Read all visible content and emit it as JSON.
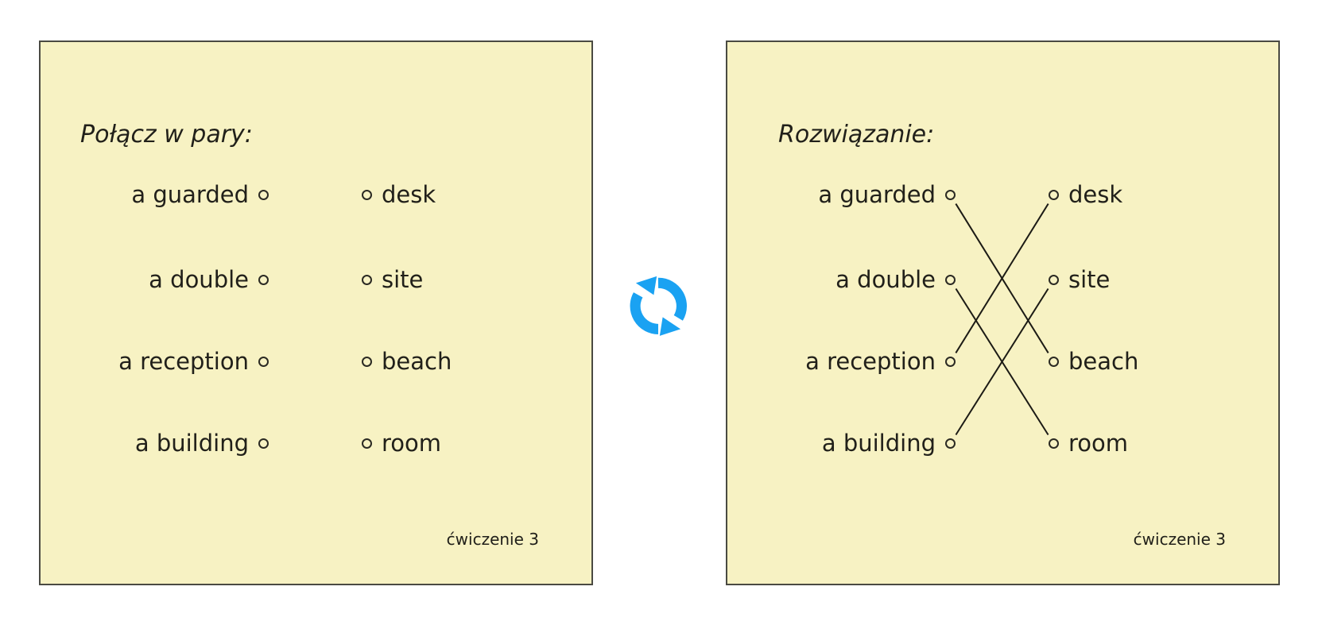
{
  "exercise": {
    "title": "Połącz w pary:",
    "left_items": [
      "a guarded",
      "a double",
      "a reception",
      "a building"
    ],
    "right_items": [
      "desk",
      "site",
      "beach",
      "room"
    ],
    "footer": "ćwiczenie 3"
  },
  "solution": {
    "title": "Rozwiązanie:",
    "left_items": [
      "a guarded",
      "a double",
      "a reception",
      "a building"
    ],
    "right_items": [
      "desk",
      "site",
      "beach",
      "room"
    ],
    "footer": "ćwiczenie 3",
    "connections": [
      [
        0,
        2
      ],
      [
        1,
        3
      ],
      [
        2,
        0
      ],
      [
        3,
        1
      ]
    ],
    "line_color": "#1c1b15"
  },
  "icon": {
    "name": "sync-refresh",
    "color": "#1aa2f2"
  },
  "colors": {
    "card_background": "#f7f2c3",
    "card_border": "#4a4a42",
    "text": "#21201a",
    "page_background": "#ffffff"
  }
}
